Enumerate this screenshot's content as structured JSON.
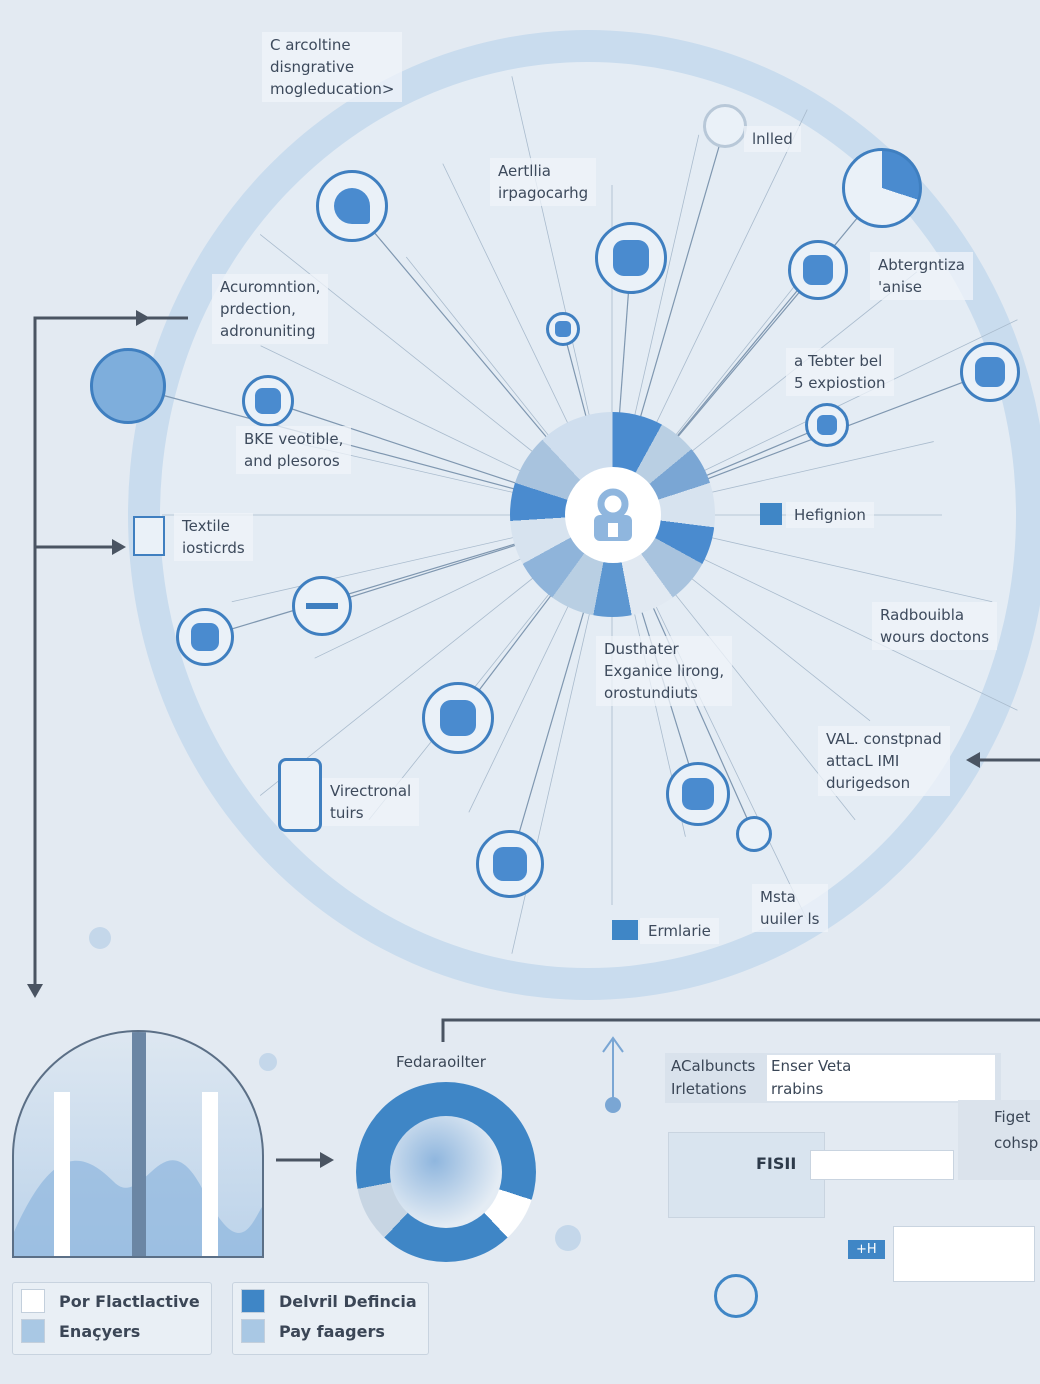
{
  "center_icon": "lock-person-icon",
  "labels": {
    "top_left": [
      "C arcoltine",
      "disngrative",
      "mogleducation>"
    ],
    "upper_mid": [
      "Aertllia",
      "irpagocarhg"
    ],
    "failed": "lnlled",
    "right_top": [
      "Abtergntiza",
      "'anise"
    ],
    "left_mid": [
      "Acuromntion,",
      "prdection,",
      "adronuniting"
    ],
    "teber": [
      "a  Tebter bel",
      "5  expiostion"
    ],
    "bke": [
      "BKE veotible,",
      "and plesoros"
    ],
    "textile": [
      "Textile",
      "iosticrds"
    ],
    "hefignion": "Hefignion",
    "radbou": [
      "Radbouibla",
      "wours doctons"
    ],
    "dusthater": [
      "Dusthater",
      "Exganice lirong,",
      "orostundiuts"
    ],
    "val": [
      "VAL. constpnad",
      "attacL IMI",
      "durigedson"
    ],
    "virectronal": [
      "Virectronal",
      "tuirs"
    ],
    "msta": [
      "Msta",
      "uuiler ls"
    ],
    "ermlarie": "Ermlarie"
  },
  "bottom": {
    "donut_title": "Fedaraoilter",
    "table_cells": [
      "ACalbuncts",
      "Enser Veta",
      "Irletations",
      "rrabins"
    ],
    "figet": [
      "Figet",
      "cohsp"
    ],
    "tag": "FISII",
    "small_label": "+H"
  },
  "legend_left": [
    {
      "label": "Por Flactlactive",
      "color": "#ffffff"
    },
    {
      "label": "Enaçyers",
      "color": "#a9c8e4"
    }
  ],
  "legend_right": [
    {
      "label": "Delvril Defincia",
      "color": "#3f86c6"
    },
    {
      "label": "Pay faagers",
      "color": "#a9c8e4"
    }
  ]
}
